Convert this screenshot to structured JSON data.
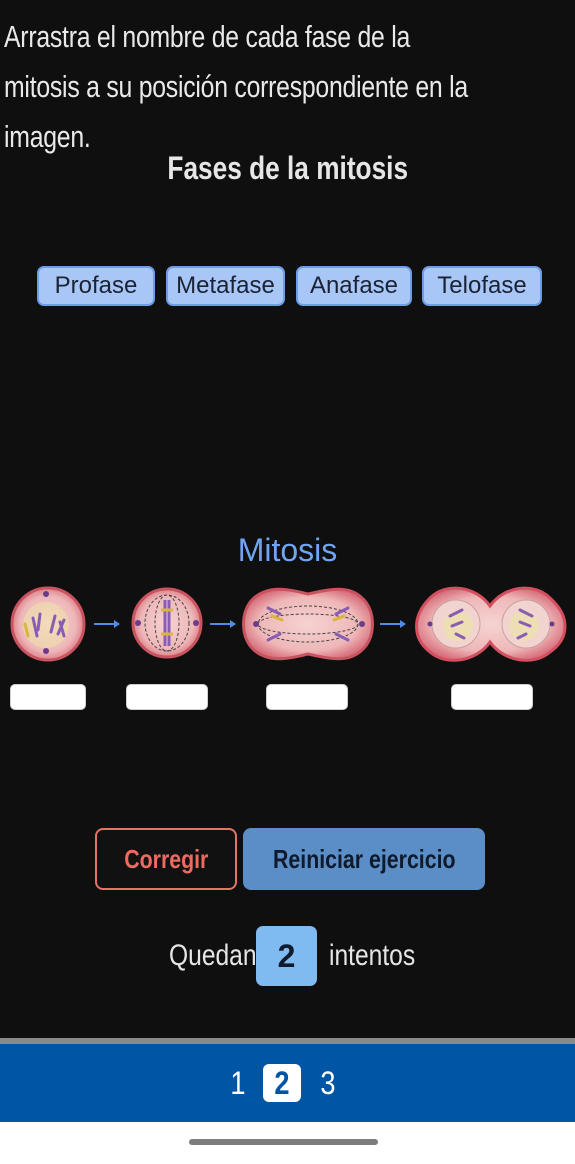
{
  "instructions": "Arrastra el nombre de cada fase de la mitosis a su posición correspondiente en la imagen.",
  "title": "Fases de la mitosis",
  "phases": [
    "Profase",
    "Metafase",
    "Anafase",
    "Telofase"
  ],
  "diagram_label": "Mitosis",
  "buttons": {
    "check": "Corregir",
    "reset": "Reiniciar ejercicio"
  },
  "attempts": {
    "prefix": "Quedan",
    "count": "2",
    "suffix": "intentos"
  },
  "pager": {
    "pages": [
      "1",
      "2",
      "3"
    ],
    "current": "2"
  },
  "colors": {
    "background": "#0f0f10",
    "chip": "#a8c7f7",
    "accent_blue": "#6ea5f5",
    "check_button": "#ec6b5e",
    "reset_button": "#5b8ec6",
    "pager_bar": "#0055a5"
  }
}
